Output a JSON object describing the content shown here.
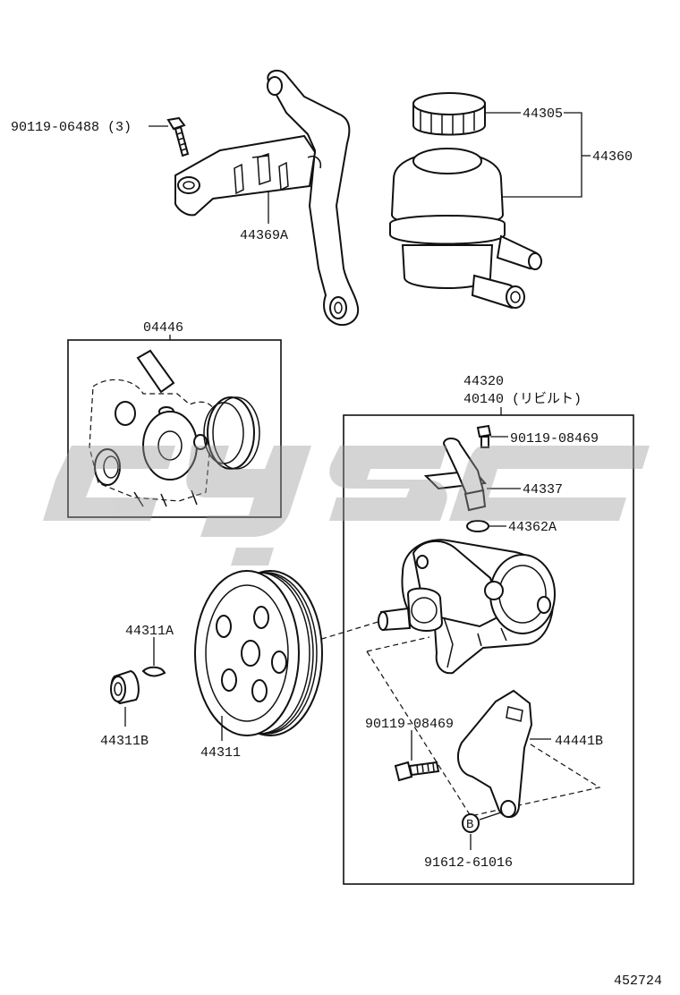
{
  "diagram": {
    "labels": {
      "bolt_90119_06488": "90119-06488 (3)",
      "bracket_44369A": "44369A",
      "cap_44305": "44305",
      "reservoir_44360": "44360",
      "kit_04446": "04446",
      "pump_44320": "44320",
      "pump_40140": "40140 (リビルト)",
      "bolt_90119_08469_a": "90119-08469",
      "union_44337": "44337",
      "oring_44362A": "44362A",
      "key_44311A": "44311A",
      "nut_44311B": "44311B",
      "pulley_44311": "44311",
      "bolt_90119_08469_b": "90119-08469",
      "bracket_44441B": "44441B",
      "nut_91612_61016": "91612-61016",
      "diagram_no": "452724"
    },
    "watermark": "cys"
  }
}
